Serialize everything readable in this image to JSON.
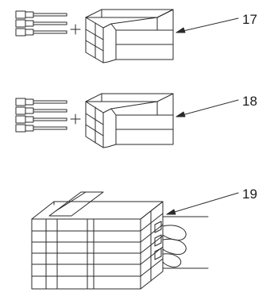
{
  "labels": {
    "item_17": "17",
    "item_18": "18",
    "item_19": "19"
  },
  "colors": {
    "stroke": "#2a2a2a",
    "background": "#ffffff"
  }
}
